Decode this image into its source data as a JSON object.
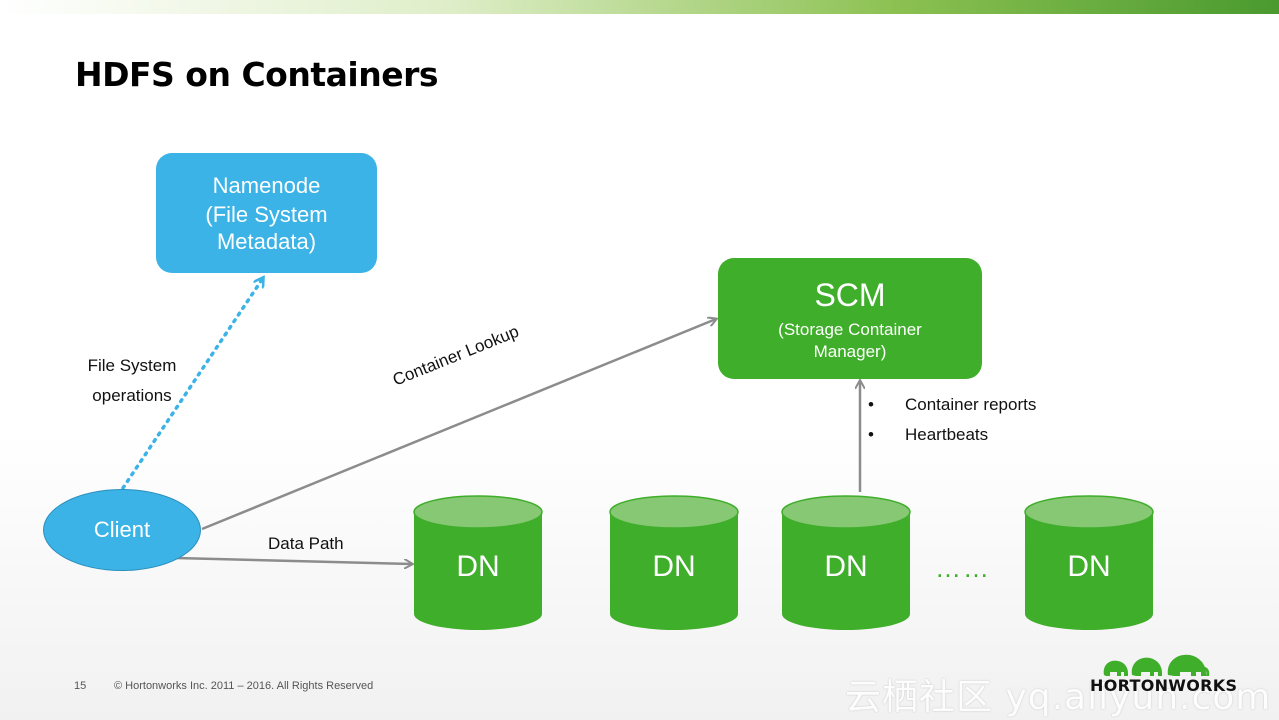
{
  "slide": {
    "title": "HDFS on Containers",
    "page_number": "15",
    "copyright": "© Hortonworks Inc. 2011 – 2016. All Rights Reserved",
    "watermark": "云栖社区 yq.aliyun.com",
    "logo_text": "HORTONWORKS"
  },
  "nodes": {
    "namenode": {
      "line1": "Namenode",
      "line2": "(File System",
      "line3": "Metadata)"
    },
    "scm": {
      "title": "SCM",
      "line1": "(Storage Container",
      "line2": "Manager)"
    },
    "client": {
      "label": "Client"
    },
    "datanodes": [
      "DN",
      "DN",
      "DN",
      "DN"
    ],
    "ellipsis": "……"
  },
  "edges": {
    "fs_ops_line1": "File System",
    "fs_ops_line2": "operations",
    "container_lookup": "Container Lookup",
    "data_path": "Data Path"
  },
  "scm_reports": [
    "Container reports",
    "Heartbeats"
  ],
  "colors": {
    "blue": "#3bb3e6",
    "green": "#3fae2a",
    "green_top": "#86c873",
    "arrow": "#8c8c8c"
  }
}
